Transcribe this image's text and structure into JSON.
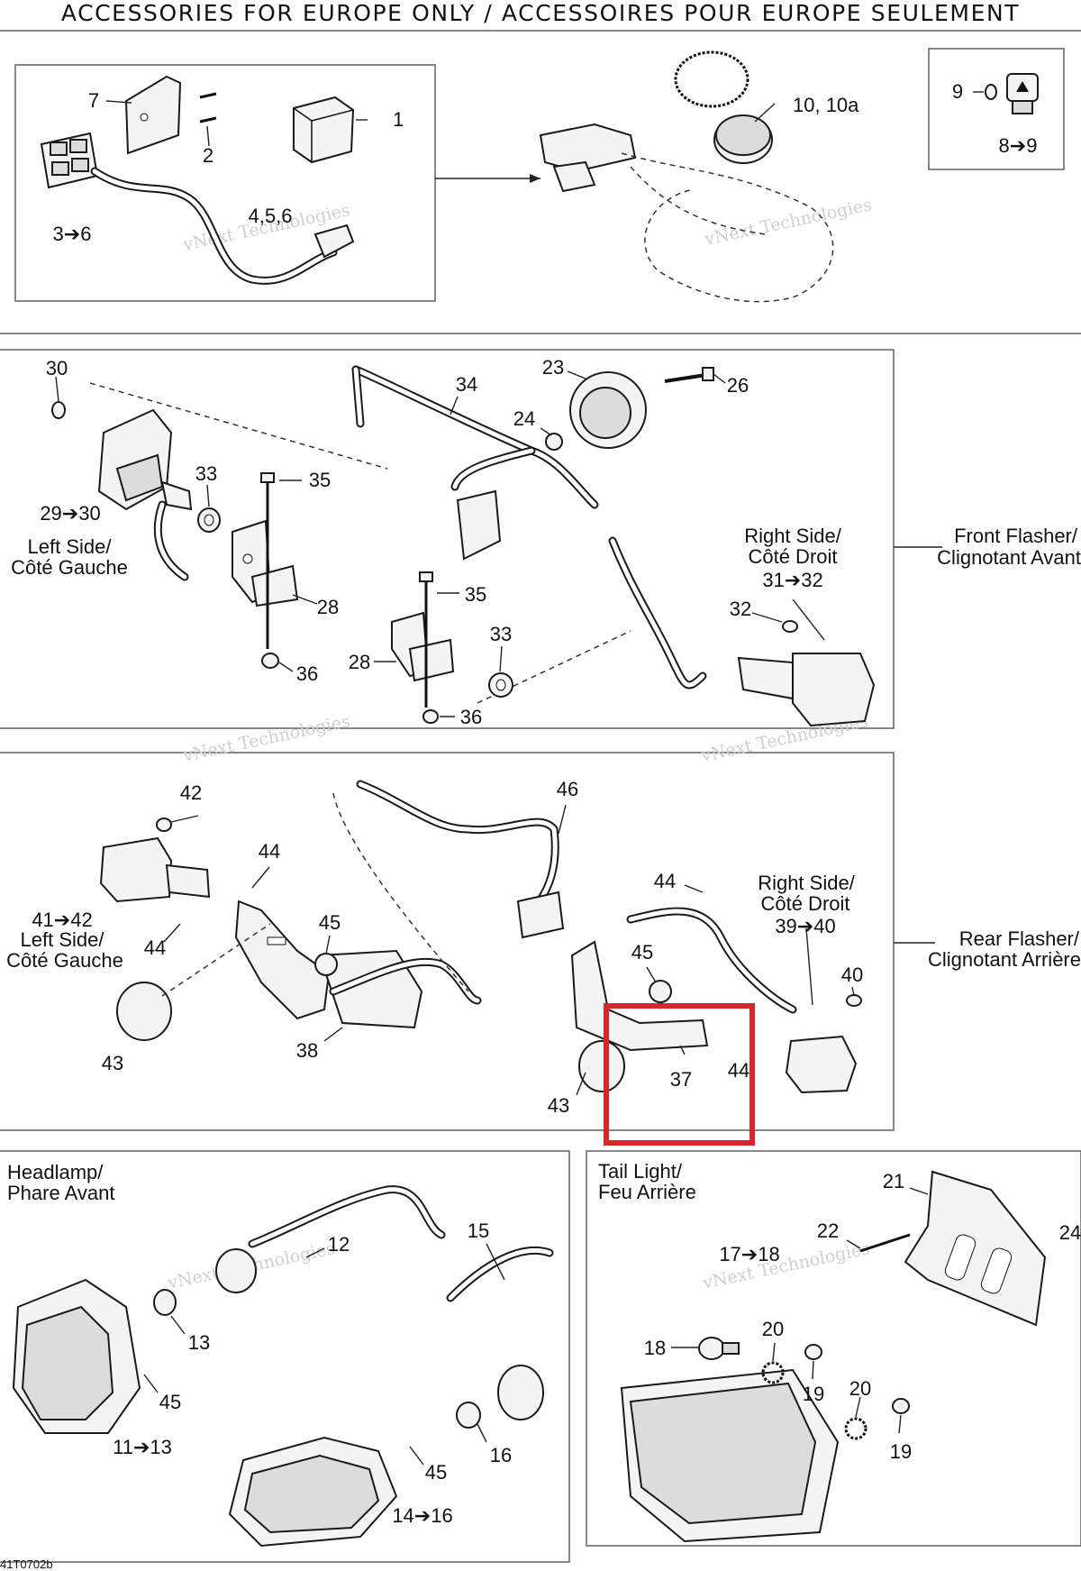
{
  "title": "ACCESSORIES FOR EUROPE ONLY / ACCESSOIRES POUR EUROPE SEULEMENT",
  "drawing_code": "41T0702b",
  "watermark": "vNext Technologies",
  "highlight_color": "#d9262b",
  "sections": {
    "hazard": {
      "callouts": [
        "7",
        "1",
        "2",
        "3➔6",
        "4,5,6",
        "10, 10a",
        "9",
        "8➔9"
      ]
    },
    "front_flasher": {
      "label_line1": "Front Flasher/",
      "label_line2": "Clignotant Avant",
      "left_line1": "Left Side/",
      "left_line2": "Côté Gauche",
      "right_line1": "Right Side/",
      "right_line2": "Côté Droit",
      "right_range": "31➔32",
      "callouts": [
        "30",
        "29➔30",
        "33",
        "35",
        "28",
        "36",
        "34",
        "23",
        "26",
        "24",
        "35",
        "33",
        "28",
        "36",
        "32"
      ]
    },
    "rear_flasher": {
      "label_line1": "Rear Flasher/",
      "label_line2": "Clignotant Arrière",
      "left_range": "41➔42",
      "left_line1": "Left Side/",
      "left_line2": "Côté Gauche",
      "right_line1": "Right Side/",
      "right_line2": "Côté Droit",
      "right_range": "39➔40",
      "callouts": [
        "42",
        "44",
        "44",
        "45",
        "43",
        "38",
        "46",
        "44",
        "45",
        "40",
        "37",
        "44",
        "43"
      ]
    },
    "headlamp": {
      "label_line1": "Headlamp/",
      "label_line2": "Phare Avant",
      "callouts": [
        "12",
        "15",
        "13",
        "45",
        "11➔13",
        "45",
        "16",
        "14➔16"
      ]
    },
    "tail_light": {
      "label_line1": "Tail Light/",
      "label_line2": "Feu Arrière",
      "callouts": [
        "21",
        "24",
        "22",
        "17➔18",
        "18",
        "20",
        "19",
        "20",
        "19"
      ]
    }
  }
}
